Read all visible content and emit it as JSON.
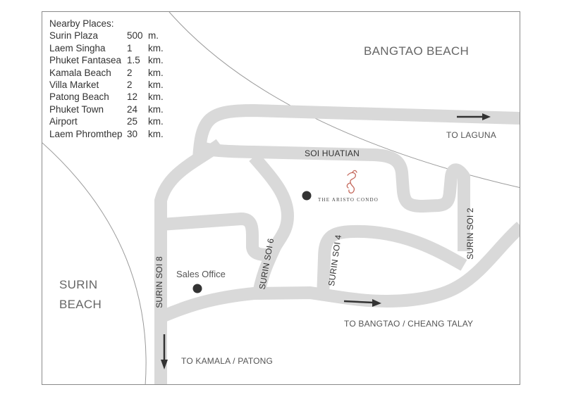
{
  "nearby": {
    "title": "Nearby Places:",
    "items": [
      {
        "name": "Surin Plaza",
        "value": "500",
        "unit": "m."
      },
      {
        "name": "Laem Singha",
        "value": "1",
        "unit": "km."
      },
      {
        "name": "Phuket Fantasea",
        "value": "1.5",
        "unit": "km."
      },
      {
        "name": "Kamala Beach",
        "value": "2",
        "unit": "km."
      },
      {
        "name": "Villa Market",
        "value": "2",
        "unit": "km."
      },
      {
        "name": "Patong Beach",
        "value": "12",
        "unit": "km."
      },
      {
        "name": "Phuket Town",
        "value": "24",
        "unit": "km."
      },
      {
        "name": "Airport",
        "value": "25",
        "unit": "km."
      },
      {
        "name": "Laem Phromthep",
        "value": "30",
        "unit": "km."
      }
    ]
  },
  "areas": {
    "bangtao": "BANGTAO BEACH",
    "surin_line1": "SURIN",
    "surin_line2": "BEACH"
  },
  "roads": {
    "soi_huatian": "SOI HUATIAN",
    "surin_soi_8": "SURIN SOI 8",
    "surin_soi_6": "SURIN SOI 6",
    "surin_soi_4": "SURIN SOI 4",
    "surin_soi_2": "SURIN SOI 2"
  },
  "directions": {
    "to_laguna": "TO LAGUNA",
    "to_bangtao": "TO BANGTAO / CHEANG TALAY",
    "to_kamala": "TO KAMALA / PATONG"
  },
  "places": {
    "sales_office": "Sales Office",
    "condo": "THE ARISTO CONDO"
  },
  "colors": {
    "road": "#d9d9d9",
    "coast": "#9a9a9a",
    "marker": "#333333",
    "logo": "#c4675a"
  },
  "icons": {
    "logo": "seahorse-logo-icon",
    "marker": "location-dot-icon",
    "arrow": "direction-arrow-icon"
  }
}
